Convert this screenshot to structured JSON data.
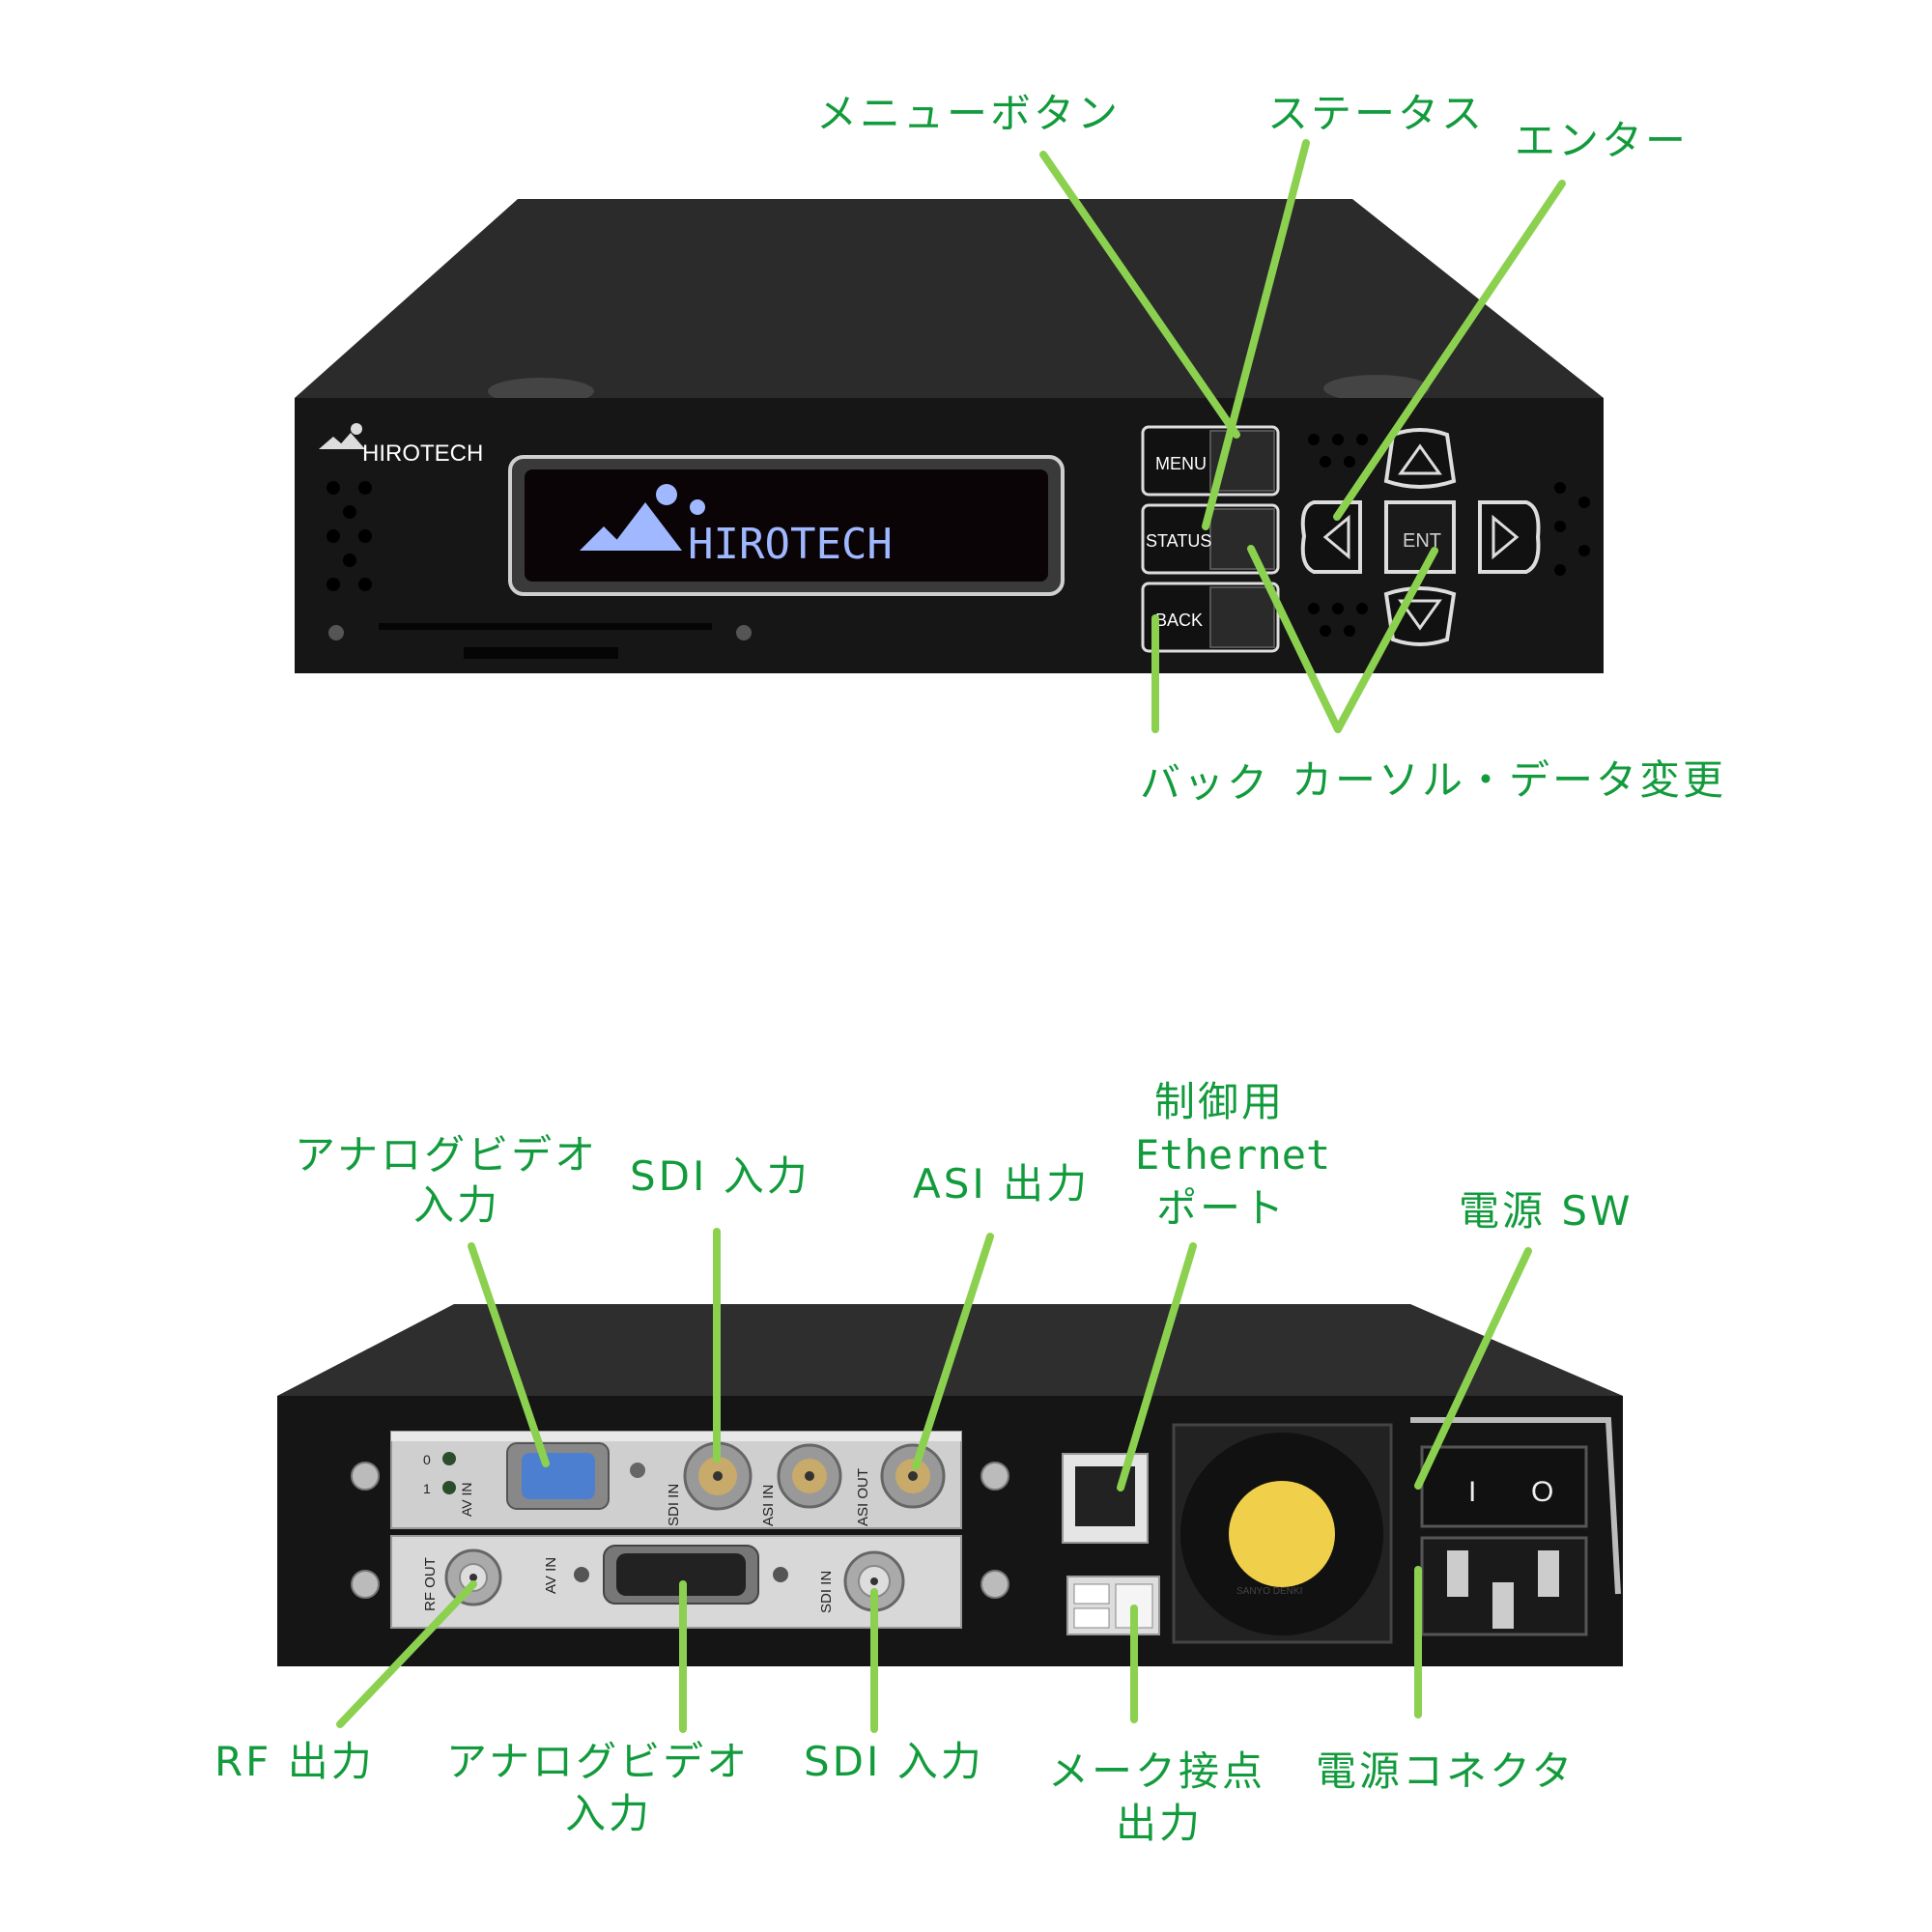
{
  "front_panel": {
    "brand_logo_text": "HIROTECH",
    "display_text": "HIROTECH",
    "buttons": {
      "menu": "MENU",
      "status": "STATUS",
      "back": "BACK",
      "enter": "ENT"
    },
    "labels": {
      "menu_button": "メニューボタン",
      "status": "ステータス",
      "enter": "エンター",
      "back": "バック",
      "cursor_data_change": "カーソル・データ変更"
    }
  },
  "rear_panel": {
    "connectors": {
      "av_in_top": "AV IN",
      "sdi_in_top": "SDI IN",
      "asi_in": "ASI IN",
      "asi_out": "ASI OUT",
      "rf_out": "RF OUT",
      "av_in_bottom": "AV IN",
      "sdi_in_bottom": "SDI IN",
      "led_0": "0",
      "led_1": "1",
      "switch_on": "I",
      "switch_off": "O",
      "fan_brand": "SANYO DENKI"
    },
    "labels": {
      "analog_video_in_top_line1": "アナログビデオ",
      "analog_video_in_top_line2": "入力",
      "sdi_in_top": "SDI 入力",
      "asi_out": "ASI 出力",
      "ethernet_line1": "制御用",
      "ethernet_line2": "Ethernet",
      "ethernet_line3": "ポート",
      "power_sw": "電源 SW",
      "rf_out": "RF 出力",
      "analog_video_in_bottom_line1": "アナログビデオ",
      "analog_video_in_bottom_line2": "入力",
      "sdi_in_bottom": "SDI 入力",
      "make_contact_line1": "メーク接点",
      "make_contact_line2": "出力",
      "power_connector": "電源コネクタ"
    }
  },
  "colors": {
    "label_text": "#129b3c",
    "leader_line": "#8bd14f",
    "chassis": "#1c1c1c",
    "display_glow": "#9fb8ff"
  }
}
